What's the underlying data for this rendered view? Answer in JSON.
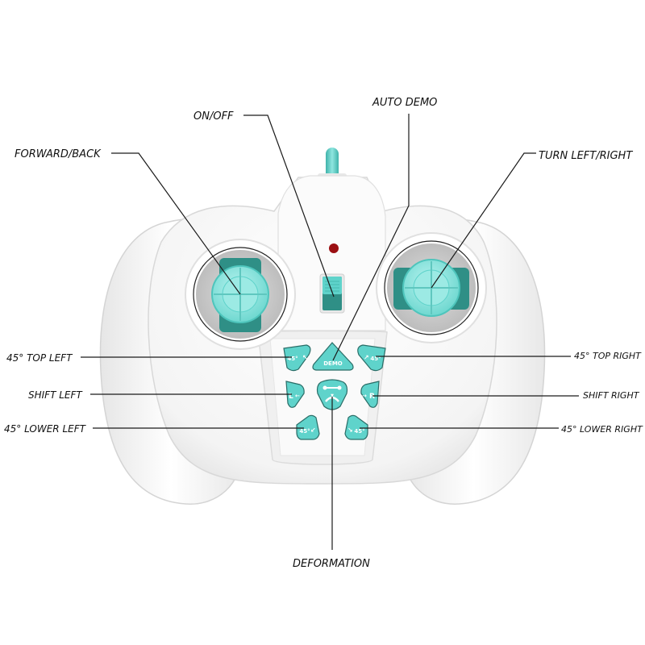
{
  "title": "Remote controller diagram",
  "colors": {
    "accent": "#5fd3cb",
    "accent_dark": "#2f8f86",
    "body": "#f7f7f7",
    "shadow": "#d9d9d9",
    "led": "#9b0f12"
  },
  "labels": {
    "on_off": "ON/OFF",
    "auto_demo": "AUTO DEMO",
    "forward_back": "FORWARD/BACK",
    "turn_left_right": "TURN LEFT/RIGHT",
    "top_left_45": "45° TOP LEFT",
    "top_right_45": "45° TOP RIGHT",
    "shift_left": "SHIFT LEFT",
    "shift_right": "SHIFT RIGHT",
    "lower_left_45": "45° LOWER LEFT",
    "lower_right_45": "45° LOWER RIGHT",
    "deformation": "DEFORMATION"
  },
  "buttons": {
    "top_left": {
      "text": "45°",
      "icon": "arrow-up-left"
    },
    "demo": {
      "text": "DEMO"
    },
    "top_right": {
      "text": "45°",
      "icon": "arrow-up-right"
    },
    "shift_left": {
      "text": "L",
      "icon": "arrow-left"
    },
    "deform": {
      "icon": "transform-icon"
    },
    "shift_right": {
      "text": "R",
      "icon": "arrow-right"
    },
    "lower_left": {
      "text": "45°",
      "icon": "arrow-down-left"
    },
    "lower_right": {
      "text": "45°",
      "icon": "arrow-down-right"
    }
  }
}
